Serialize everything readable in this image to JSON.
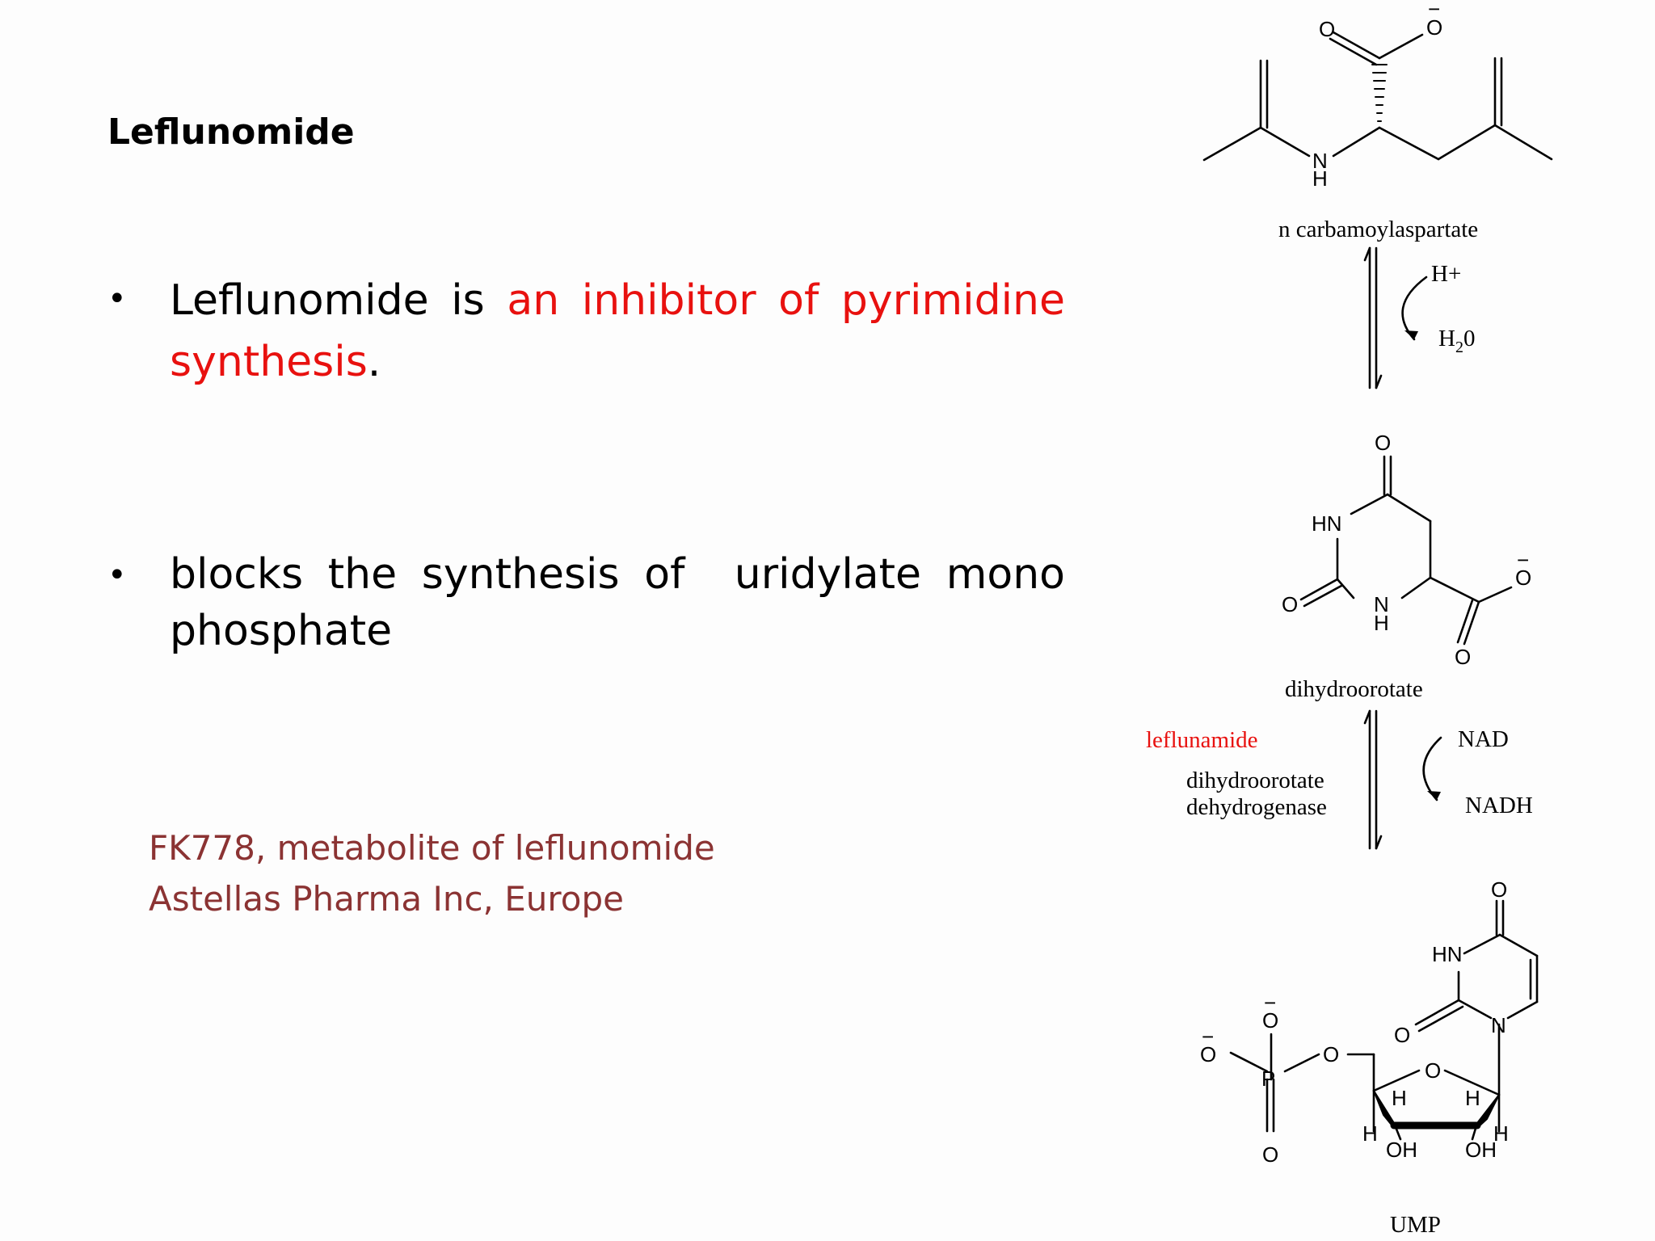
{
  "slide": {
    "title": "Leflunomide",
    "bullets": [
      {
        "text_before": "Leflunomide is ",
        "highlight": "an inhibitor of pyrimidine synthesis",
        "text_after": "."
      },
      {
        "text": "blocks the synthesis of  uridylate mono phosphate"
      }
    ],
    "footer": {
      "line1": "FK778, metabolite of leflunomide",
      "line2": "Astellas Pharma Inc, Europe"
    }
  },
  "pathway": {
    "compounds": {
      "n_carbamoylaspartate": "n carbamoylaspartate",
      "dihydroorotate": "dihydroorotate",
      "ump": "UMP"
    },
    "step1": {
      "cofactor_in": "H+",
      "cofactor_out_main": "H",
      "cofactor_out_sub": "2",
      "cofactor_out_end": "0"
    },
    "step2": {
      "inhibitor": "leflunamide",
      "enzyme_line1": "dihydroorotate",
      "enzyme_line2": "dehydrogenase",
      "cofactor_in": "NAD",
      "cofactor_out": "NADH"
    },
    "atoms": {
      "O": "O",
      "N": "N",
      "H": "H",
      "HN": "HN",
      "P": "P",
      "OH": "OH",
      "charge": "−"
    }
  },
  "colors": {
    "highlight_red": "#e8110f",
    "footer_maroon": "#8b3333"
  }
}
